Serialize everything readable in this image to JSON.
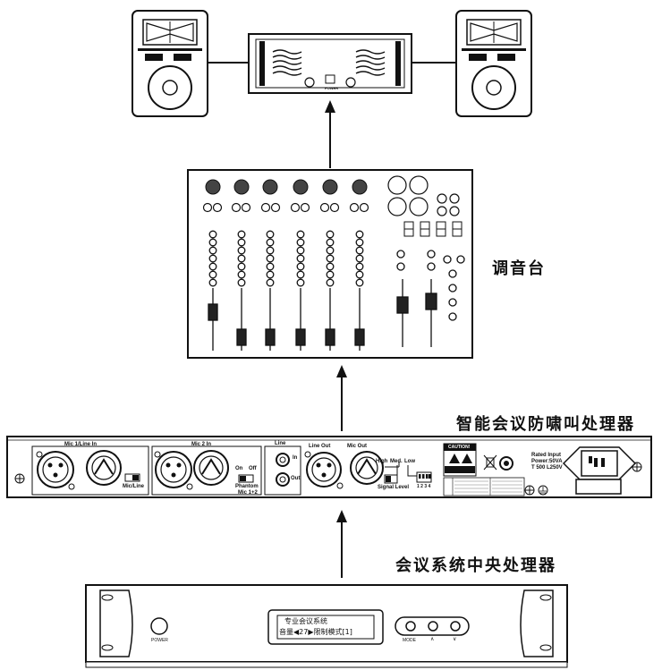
{
  "labels": {
    "mixer": "调音台",
    "feedback_suppressor": "智能会议防啸叫处理器",
    "central_processor": "会议系统中央处理器"
  },
  "feedback_panel": {
    "mic1_label": "Mic 1/Line In",
    "mic2_label": "Mic 2 In",
    "line_label": "Line",
    "line_in": "In",
    "line_out_small": "Out",
    "mic_line_switch": "Mic/Line",
    "on": "On",
    "off": "Off",
    "phantom": "Phantom",
    "phantom_mics": "Mic 1+2",
    "line_out": "Line Out",
    "mic_out": "Mic Out",
    "high": "High",
    "med": "Med.",
    "low": "Low",
    "signal_level": "Signal Level",
    "dip_numbers": "1 2 3 4",
    "caution": "CAUTION!",
    "rated_input": "Rated Input",
    "power": "Power:50VA",
    "fuse": "T 500 L250V"
  },
  "central_panel": {
    "display_line1": "专业会议系统",
    "display_line2": "音量◀27▶限制模式[1]",
    "power_label": "POWER",
    "mode_label": "MODE",
    "up_label": "∧",
    "down_label": "∨"
  },
  "amplifier": {
    "power_label": "POWER"
  }
}
